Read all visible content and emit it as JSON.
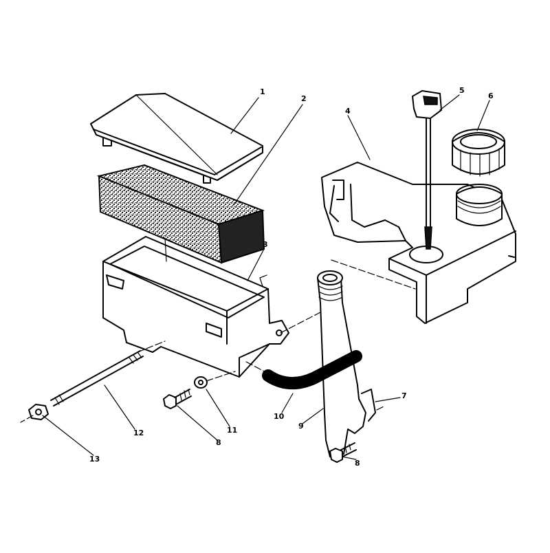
{
  "parts": [
    {
      "id": "p1",
      "label": "1"
    },
    {
      "id": "p2",
      "label": "2"
    },
    {
      "id": "p3",
      "label": "3"
    },
    {
      "id": "p4",
      "label": "4"
    },
    {
      "id": "p5",
      "label": "5"
    },
    {
      "id": "p6",
      "label": "6"
    },
    {
      "id": "p7",
      "label": "7"
    },
    {
      "id": "p8a",
      "label": "8"
    },
    {
      "id": "p8b",
      "label": "8"
    },
    {
      "id": "p9",
      "label": "9"
    },
    {
      "id": "p10",
      "label": "10"
    },
    {
      "id": "p11",
      "label": "11"
    },
    {
      "id": "p12",
      "label": "12"
    },
    {
      "id": "p13",
      "label": "13"
    }
  ],
  "colors": {
    "ink": "#000000",
    "paper": "#ffffff"
  }
}
